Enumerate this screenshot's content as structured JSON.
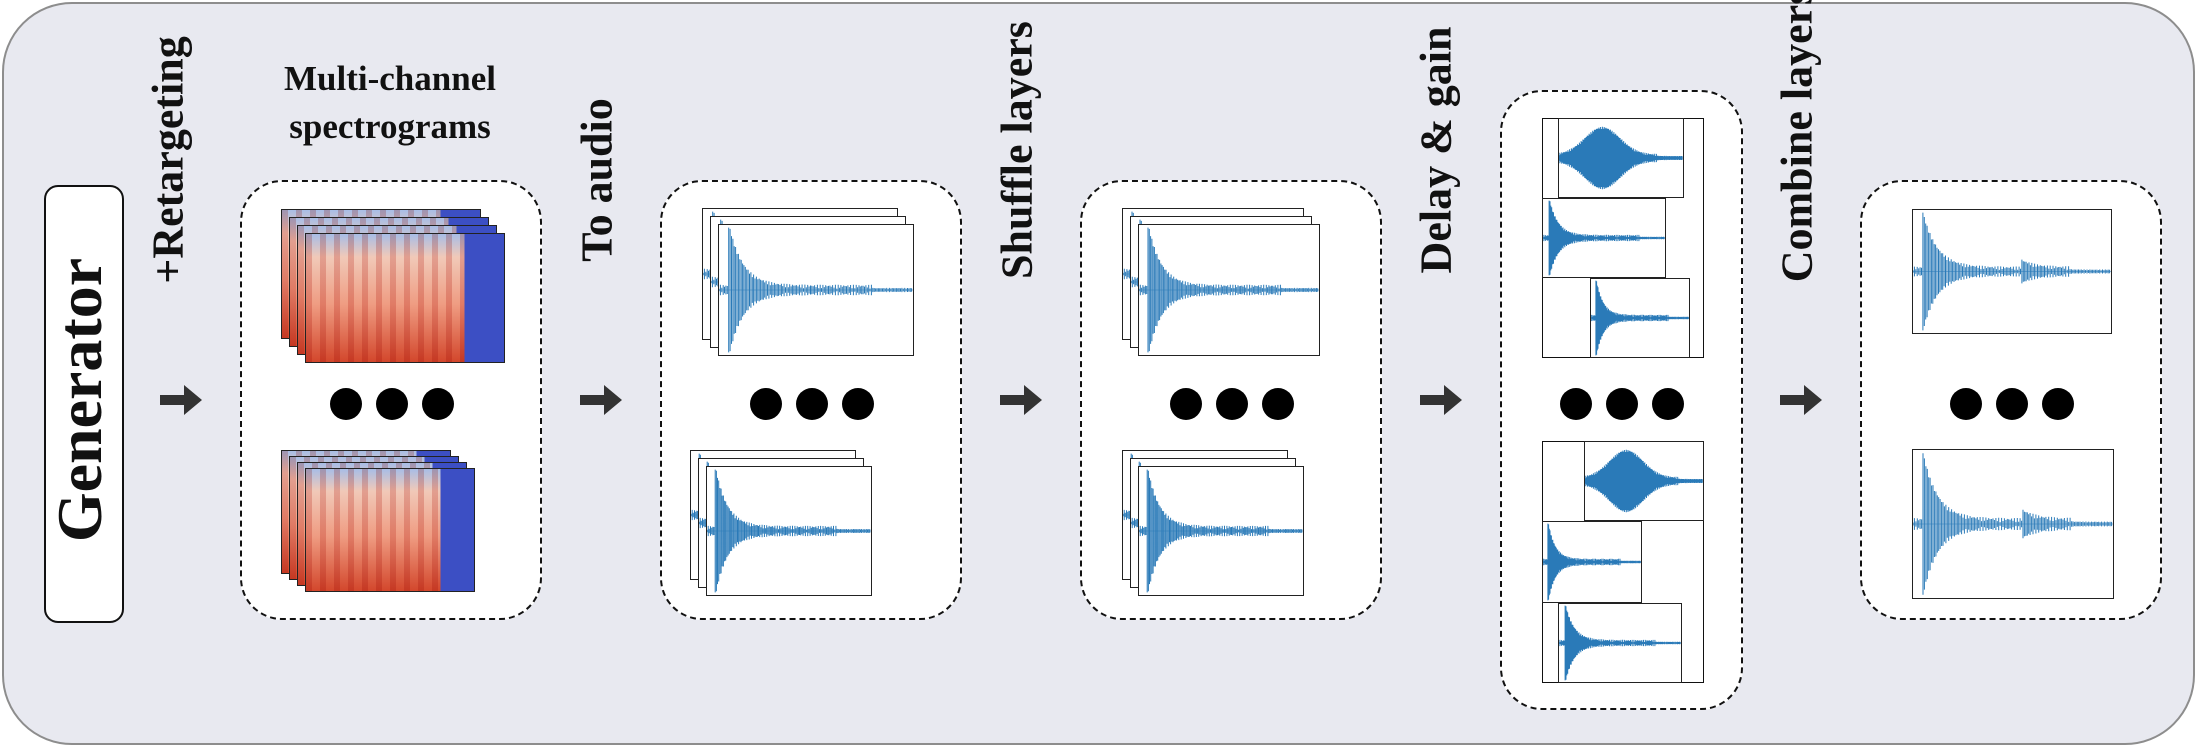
{
  "generator": {
    "label": "Generator"
  },
  "title": {
    "line1": "Multi-channel",
    "line2": "spectrograms"
  },
  "steps": {
    "retargeting": "+Retargeting",
    "to_audio": "To audio",
    "shuffle": "Shuffle layers",
    "delay_gain": "Delay & gain",
    "combine": "Combine layers"
  },
  "colors": {
    "panel": "#e8e9f0",
    "waveform": "#2a7ab8",
    "spectrogram_hot": "#d3472c",
    "spectrogram_cool": "#3c4fc4"
  }
}
